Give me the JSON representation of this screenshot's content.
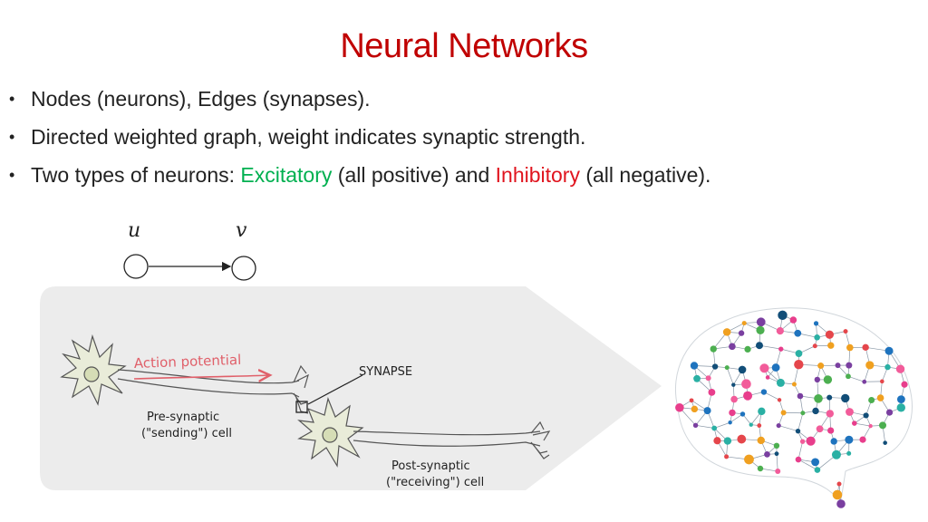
{
  "slide": {
    "title": "Neural Networks",
    "bullets": [
      {
        "text": "Nodes (neurons), Edges (synapses)."
      },
      {
        "text": "Directed weighted graph, weight indicates synaptic strength."
      },
      {
        "prefix": "Two types of neurons: ",
        "excitatory": "Excitatory",
        "middle": " (all positive) and ",
        "inhibitory": "Inhibitory",
        "suffix": " (all negative)."
      }
    ]
  },
  "graph": {
    "node_u": "u",
    "node_v": "v"
  },
  "neuron_figure": {
    "action_potential": "Action potential",
    "synapse": "SYNAPSE",
    "pre_line1": "Pre-synaptic",
    "pre_line2": "(\"sending\") cell",
    "post_line1": "Post-synaptic",
    "post_line2": "(\"receiving\") cell"
  },
  "colors": {
    "title": "#c00000",
    "excitatory": "#00b050",
    "inhibitory": "#e0141e",
    "action_potential": "#e0606a"
  },
  "brain_figure": {
    "icon": "brain-network-icon"
  }
}
